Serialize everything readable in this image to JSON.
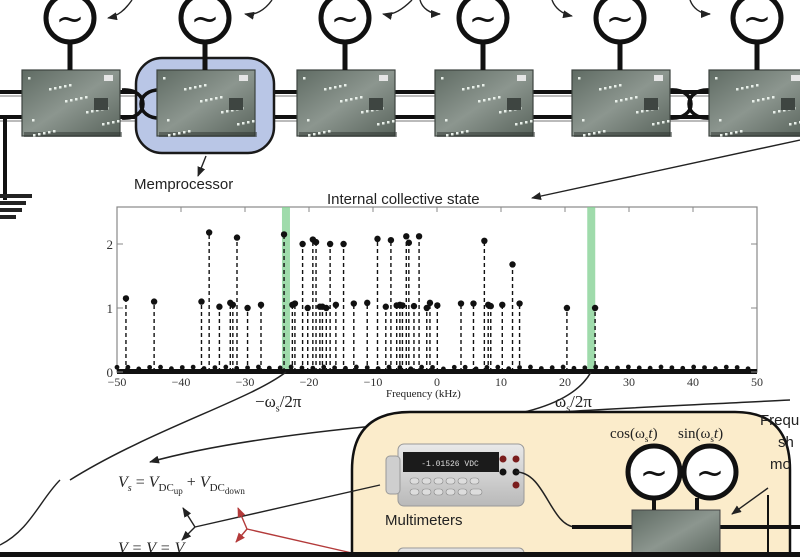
{
  "labels": {
    "memprocessor": "Memprocessor",
    "internal_state": "Internal collective state",
    "multimeters": "Multimeters",
    "cos_label": "cos(ω",
    "sin_label": "sin(ω",
    "freq_shift_line1": "Frequ",
    "freq_shift_line2": "sh",
    "freq_shift_line3": "mo",
    "eq1_lhs": "V",
    "eq1_lhs_sub": "s",
    "eq1_eq": " = ",
    "eq1_t1": "V",
    "eq1_t1_sub": "DC",
    "eq1_t1_subsub": "up",
    "eq1_plus": " + ",
    "eq1_t2": "V",
    "eq1_t2_sub": "DC",
    "eq1_t2_subsub": "down",
    "eq2_partial": "V  = V       = V",
    "neg_ws_label": "−ω",
    "neg_ws_sub": "s",
    "neg_ws_tail": "/2π",
    "ws_label": "ω",
    "ws_sub": "s",
    "ws_tail": "/2π",
    "multimeter_display": "-1.01526  VDC"
  },
  "colors": {
    "highlight_blue": "#b9c6e6",
    "highlight_green": "#7fcf8f",
    "panel_beige": "#fbeccb",
    "red_arrow": "#b33a3a",
    "board": "#6f7a72"
  },
  "generators": {
    "symbol": "~",
    "count_top": 6
  },
  "chart_data": {
    "type": "stem",
    "title": "Internal collective state",
    "xlabel": "Frequency (kHz)",
    "ylabel": "",
    "xlim": [
      -50,
      50
    ],
    "ylim": [
      0,
      2.5
    ],
    "xticks": [
      -50,
      -40,
      -30,
      -20,
      -10,
      0,
      10,
      20,
      30,
      40,
      50
    ],
    "yticks": [
      0,
      1,
      2
    ],
    "grid": false,
    "highlight_bands": [
      {
        "x": -23.6,
        "label": "−ωs/2π"
      },
      {
        "x": 24.1,
        "label": "ωs/2π"
      }
    ],
    "peaks": [
      {
        "x": -48.6,
        "y": 1.15
      },
      {
        "x": -44.2,
        "y": 1.1
      },
      {
        "x": -36.8,
        "y": 1.1
      },
      {
        "x": -35.6,
        "y": 2.18
      },
      {
        "x": -34.0,
        "y": 1.02
      },
      {
        "x": -32.3,
        "y": 1.08
      },
      {
        "x": -31.9,
        "y": 1.05
      },
      {
        "x": -31.25,
        "y": 2.1
      },
      {
        "x": -29.6,
        "y": 1.0
      },
      {
        "x": -27.5,
        "y": 1.05
      },
      {
        "x": -23.9,
        "y": 2.15
      },
      {
        "x": -22.6,
        "y": 1.05
      },
      {
        "x": -22.2,
        "y": 1.07
      },
      {
        "x": -21.0,
        "y": 2.0
      },
      {
        "x": -20.2,
        "y": 1.0
      },
      {
        "x": -19.4,
        "y": 2.07
      },
      {
        "x": -18.9,
        "y": 2.03
      },
      {
        "x": -18.3,
        "y": 1.02
      },
      {
        "x": -17.9,
        "y": 1.02
      },
      {
        "x": -17.3,
        "y": 1.0
      },
      {
        "x": -16.7,
        "y": 2.0
      },
      {
        "x": -15.8,
        "y": 1.05
      },
      {
        "x": -14.6,
        "y": 2.0
      },
      {
        "x": -13.0,
        "y": 1.07
      },
      {
        "x": -10.9,
        "y": 1.08
      },
      {
        "x": -9.3,
        "y": 2.08
      },
      {
        "x": -8.0,
        "y": 1.02
      },
      {
        "x": -7.2,
        "y": 2.06
      },
      {
        "x": -6.3,
        "y": 1.04
      },
      {
        "x": -5.8,
        "y": 1.05
      },
      {
        "x": -5.4,
        "y": 1.04
      },
      {
        "x": -4.8,
        "y": 2.12
      },
      {
        "x": -4.4,
        "y": 2.02
      },
      {
        "x": -3.6,
        "y": 1.03
      },
      {
        "x": -2.8,
        "y": 2.12
      },
      {
        "x": -1.6,
        "y": 1.0
      },
      {
        "x": -1.1,
        "y": 1.08
      },
      {
        "x": 0.05,
        "y": 1.04
      },
      {
        "x": 3.75,
        "y": 1.07
      },
      {
        "x": 5.7,
        "y": 1.07
      },
      {
        "x": 7.4,
        "y": 2.05
      },
      {
        "x": 8.0,
        "y": 1.05
      },
      {
        "x": 8.4,
        "y": 1.03
      },
      {
        "x": 10.2,
        "y": 1.05
      },
      {
        "x": 11.8,
        "y": 1.68
      },
      {
        "x": 12.9,
        "y": 1.07
      },
      {
        "x": 20.3,
        "y": 1.0
      },
      {
        "x": 24.7,
        "y": 1.0
      }
    ],
    "noise_floor": 0.03
  }
}
